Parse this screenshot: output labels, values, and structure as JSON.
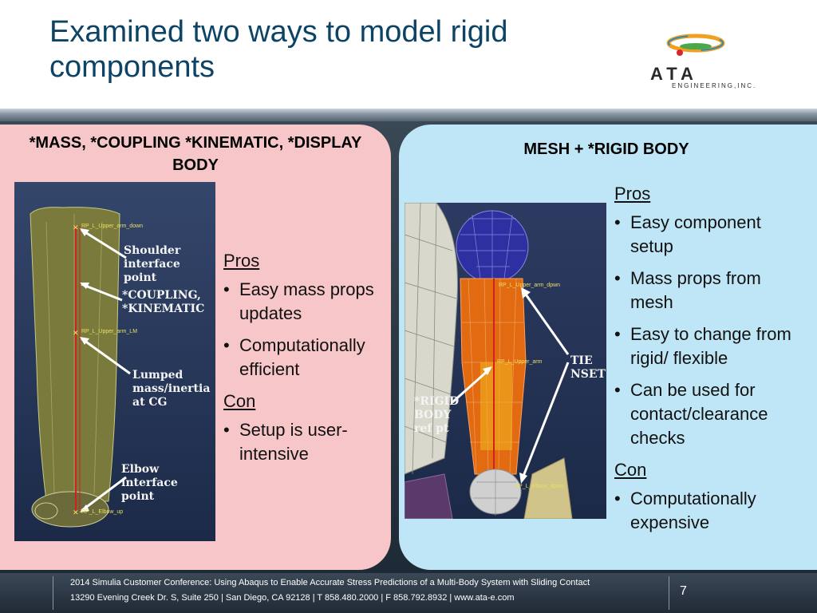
{
  "slide": {
    "title": "Examined two ways to model rigid components",
    "page_number": "7"
  },
  "logo": {
    "text": "ATA",
    "subtext": "ENGINEERING,INC."
  },
  "left_panel": {
    "title": "*MASS, *COUPLING *KINEMATIC, *DISPLAY BODY",
    "figure_labels": {
      "shoulder": "Shoulder\ninterface point",
      "coupling": "*COUPLING,\n*KINEMATIC",
      "lumped": "Lumped\nmass/inertia\nat CG",
      "elbow": "Elbow interface\npoint",
      "rp_top": "RP_L_Upper_arm_down",
      "rp_mid": "RP_L_Upper_arm_LM",
      "rp_bottom": "RP_L_Elbow_up"
    },
    "pros_heading": "Pros",
    "pros": [
      "Easy mass props updates",
      "Computationally efficient"
    ],
    "con_heading": "Con",
    "cons": [
      "Setup is user-intensive"
    ]
  },
  "right_panel": {
    "title": "MESH + *RIGID BODY",
    "figure_labels": {
      "tie": "TIE\nNSET",
      "rigid": "*RIGID\nBODY\nref pt",
      "rp_top": "RP_L_Upper_arm_dpwn",
      "rp_mid": "RP_L_Upper_arm",
      "rp_bottom": "RP_L_Elbow_dpwn"
    },
    "pros_heading": "Pros",
    "pros": [
      "Easy component setup",
      "Mass props from mesh",
      "Easy to change from rigid/ flexible",
      "Can be used for contact/clearance checks"
    ],
    "con_heading": "Con",
    "cons": [
      "Computationally expensive"
    ]
  },
  "footer": {
    "line1": "2014 Simulia Customer Conference: Using Abaqus to Enable Accurate Stress Predictions of a Multi-Body System with Sliding Contact",
    "line2": "13290 Evening Creek Dr. S, Suite 250  |  San Diego, CA 92128  |  T 858.480.2000  |  F 858.792.8932  |  www.ata-e.com"
  },
  "colors": {
    "title": "#0d4466",
    "left_panel": "#f7c6c8",
    "right_panel": "#bfe6f6",
    "footer": "#1f2a36"
  }
}
